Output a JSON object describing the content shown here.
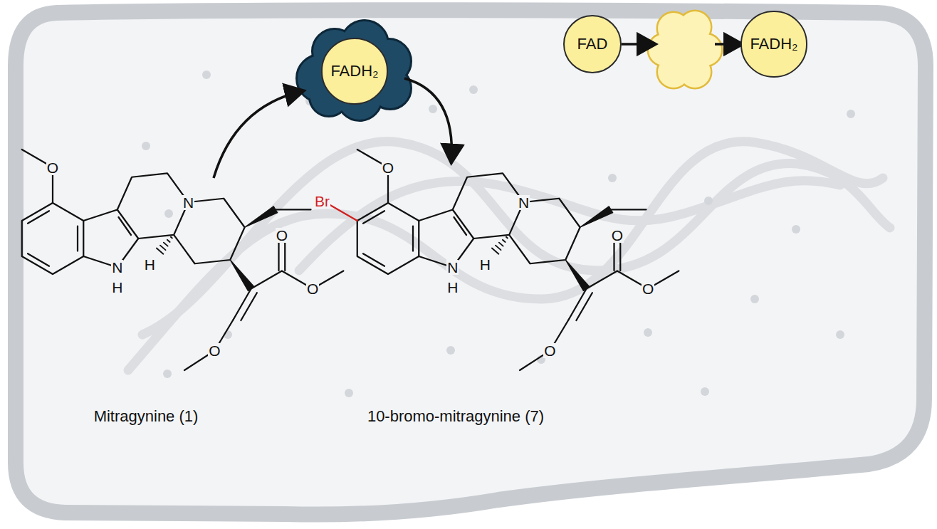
{
  "diagram": {
    "nodes": [
      {
        "text": [
          "FAD"
        ]
      },
      {
        "text": [
          "FADH₂"
        ]
      },
      {
        "text": [
          "FADH₂"
        ]
      }
    ],
    "labels": [
      "O",
      "N",
      "H",
      "H",
      "N",
      "O",
      "O",
      "O",
      "Mitragynine (1)",
      "Br",
      "O",
      "N",
      "H",
      "H",
      "N",
      "O",
      "O",
      "O",
      "10-bromo-mitragynine (7)"
    ]
  }
}
